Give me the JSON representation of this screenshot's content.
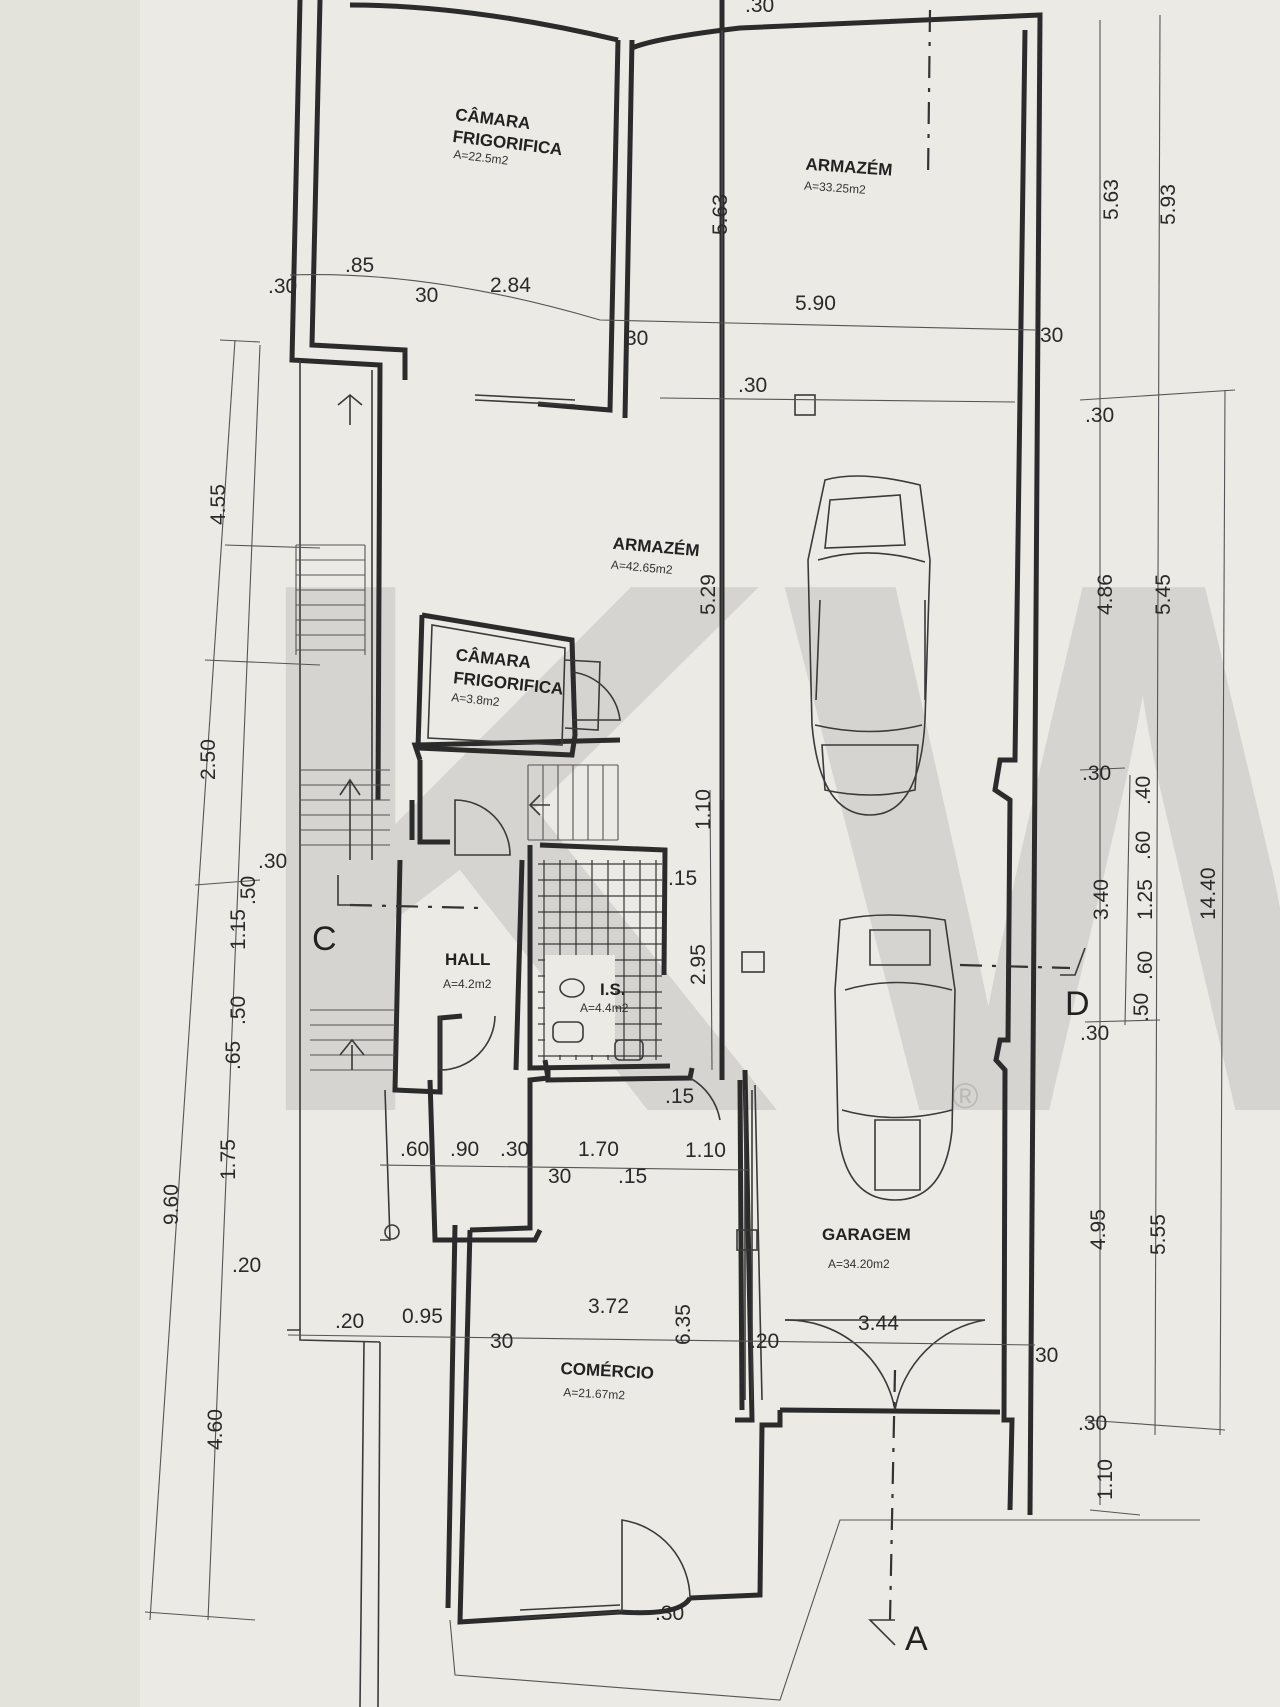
{
  "watermark": {
    "brand": "KW",
    "registered": "®"
  },
  "rooms": [
    {
      "id": "camara1",
      "name": [
        "CÂMARA",
        "FRIGORIFICA"
      ],
      "area": "A=22.5m2"
    },
    {
      "id": "armazem1",
      "name": [
        "ARMAZÉM"
      ],
      "area": "A=33.25m2"
    },
    {
      "id": "armazem2",
      "name": [
        "ARMAZÉM"
      ],
      "area": "A=42.65m2"
    },
    {
      "id": "camara2",
      "name": [
        "CÂMARA",
        "FRIGORIFICA"
      ],
      "area": "A=3.8m2"
    },
    {
      "id": "hall",
      "name": [
        "HALL"
      ],
      "area": "A=4.2m2"
    },
    {
      "id": "wc",
      "name": [
        "I.S."
      ],
      "area": "A=4.4m2"
    },
    {
      "id": "garagem",
      "name": [
        "GARAGEM"
      ],
      "area": "A=34.20m2"
    },
    {
      "id": "comercio",
      "name": [
        "COMÉRCIO"
      ],
      "area": "A=21.67m2"
    }
  ],
  "section_marks": {
    "A": "A",
    "C": "C",
    "D": "D"
  },
  "dimensions": {
    "top": [
      ".30",
      ".85",
      "30",
      "2.84",
      "30",
      "5.90",
      "30",
      ".30",
      ".30"
    ],
    "middle": [
      ".60",
      ".90",
      ".30",
      "1.70",
      "1.10",
      "30",
      ".15",
      ".15",
      ".15"
    ],
    "lower": [
      ".20",
      "0.95",
      "3.72",
      "30",
      "6.35",
      ".20",
      "3.44",
      "30",
      ".30"
    ],
    "vertical_center": [
      "5.63",
      "5.29",
      "1.10",
      "2.95"
    ],
    "left_outer": [
      "9.60",
      "4.60"
    ],
    "left_inner": [
      "4.55",
      "2.50",
      ".30",
      ".50",
      "1.15",
      ".50",
      ".65",
      "1.75",
      ".20"
    ],
    "right_a": [
      "5.63",
      "4.86",
      "3.40",
      "4.95",
      "1.10"
    ],
    "right_b": [
      "5.93",
      "5.45",
      ".40",
      ".60",
      "1.25",
      ".60",
      ".50",
      "5.55",
      ".30",
      ".30",
      ".30",
      ".30"
    ],
    "right_c": [
      "14.40"
    ]
  }
}
